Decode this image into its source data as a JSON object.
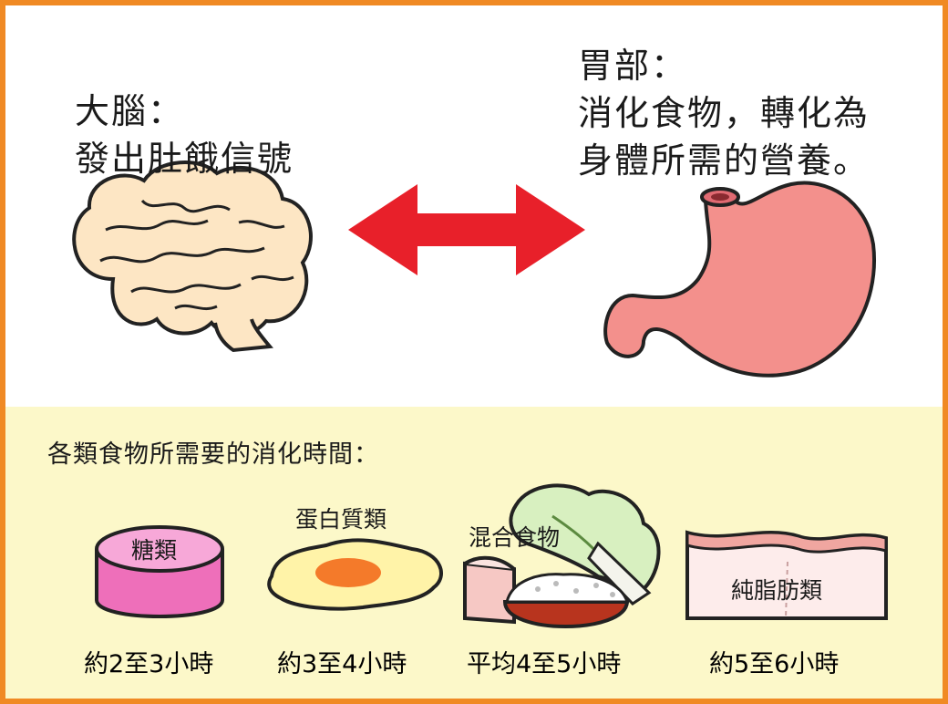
{
  "brain": {
    "label_line1": "大腦：",
    "label_line2": "發出肚餓信號"
  },
  "stomach": {
    "label_line1": "胃部：",
    "label_line2": "消化食物，轉化為",
    "label_line3": "身體所需的營養。"
  },
  "section_title": "各類食物所需要的消化時間：",
  "foods": [
    {
      "name": "糖類",
      "time": "約2至3小時",
      "color": "#f07dc4"
    },
    {
      "name": "蛋白質類",
      "time": "約3至4小時",
      "color": "#fff3a8"
    },
    {
      "name": "混合食物",
      "time": "平均4至5小時",
      "color": "#ffffff"
    },
    {
      "name": "純脂肪類",
      "time": "約5至6小時",
      "color": "#fdeceb"
    }
  ],
  "colors": {
    "frame": "#f08a24",
    "arrow": "#e8202a",
    "stomach": "#f3908c",
    "brain": "#fde6c4",
    "bottom_bg": "#fcf8c9"
  }
}
